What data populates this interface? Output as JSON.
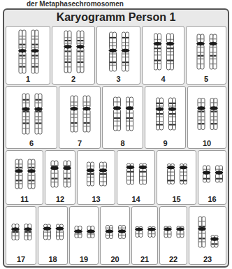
{
  "diagram": {
    "title": "Karyogramm Person 1",
    "nodes": [
      {
        "text": [
          "Karyogramm Person 1"
        ]
      },
      {
        "text": [
          "1"
        ],
        "in": 0
      },
      {
        "text": [
          "2"
        ],
        "in": 0
      },
      {
        "text": [
          "3"
        ],
        "in": 0
      },
      {
        "text": [
          "4"
        ],
        "in": 0
      },
      {
        "text": [
          "5"
        ],
        "in": 0
      },
      {
        "text": [
          "6"
        ],
        "in": 0
      },
      {
        "text": [
          "7"
        ],
        "in": 0
      },
      {
        "text": [
          "8"
        ],
        "in": 0
      },
      {
        "text": [
          "9"
        ],
        "in": 0
      },
      {
        "text": [
          "10"
        ],
        "in": 0
      },
      {
        "text": [
          "11"
        ],
        "in": 0
      },
      {
        "text": [
          "12"
        ],
        "in": 0
      },
      {
        "text": [
          "13"
        ],
        "in": 0
      },
      {
        "text": [
          "14"
        ],
        "in": 0
      },
      {
        "text": [
          "15"
        ],
        "in": 0
      },
      {
        "text": [
          "16"
        ],
        "in": 0
      },
      {
        "text": [
          "17"
        ],
        "in": 0
      },
      {
        "text": [
          "18"
        ],
        "in": 0
      },
      {
        "text": [
          "19"
        ],
        "in": 0
      },
      {
        "text": [
          "20"
        ],
        "in": 0
      },
      {
        "text": [
          "21"
        ],
        "in": 0
      },
      {
        "text": [
          "22"
        ],
        "in": 0
      },
      {
        "text": [
          "23"
        ],
        "in": 0
      }
    ],
    "labels": [
      "der Metaphasechromosomen"
    ]
  }
}
